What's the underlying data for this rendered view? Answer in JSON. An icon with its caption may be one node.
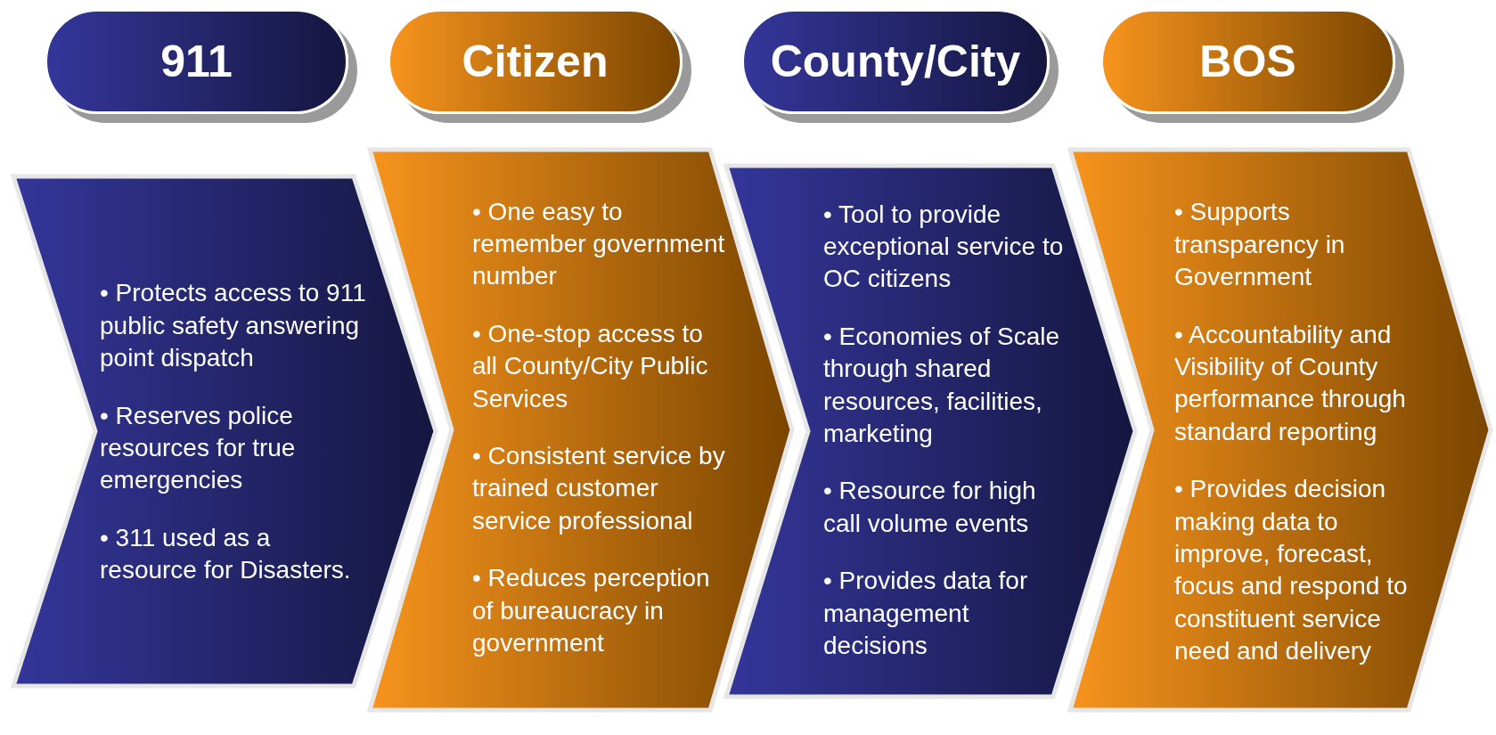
{
  "diagram": {
    "nodes": [
      {
        "text": [
          "911"
        ]
      },
      {
        "text": [
          "Citizen"
        ]
      },
      {
        "text": [
          "County/City"
        ]
      },
      {
        "text": [
          "BOS"
        ]
      },
      {
        "text": [
          "• Protects access to 911 public safety answering point dispatch",
          "• Reserves police resources for true emergencies",
          "• 311 used as a resource for Disasters."
        ]
      },
      {
        "text": [
          "• One easy to remember government number",
          "• One-stop access to all County/City Public Services",
          "• Consistent service by trained customer service professional",
          "• Reduces perception of bureaucracy in government"
        ]
      },
      {
        "text": [
          "• Tool to provide exceptional service to OC citizens",
          "• Economies of Scale through shared resources, facilities, marketing",
          "• Resource for high call volume events",
          "• Provides data for management decisions"
        ]
      },
      {
        "text": [
          "• Supports transparency in Government",
          "• Accountability and Visibility of County performance through standard reporting",
          "• Provides decision making data to improve, forecast, focus and respond to constituent service need and delivery"
        ]
      }
    ],
    "edges": []
  }
}
